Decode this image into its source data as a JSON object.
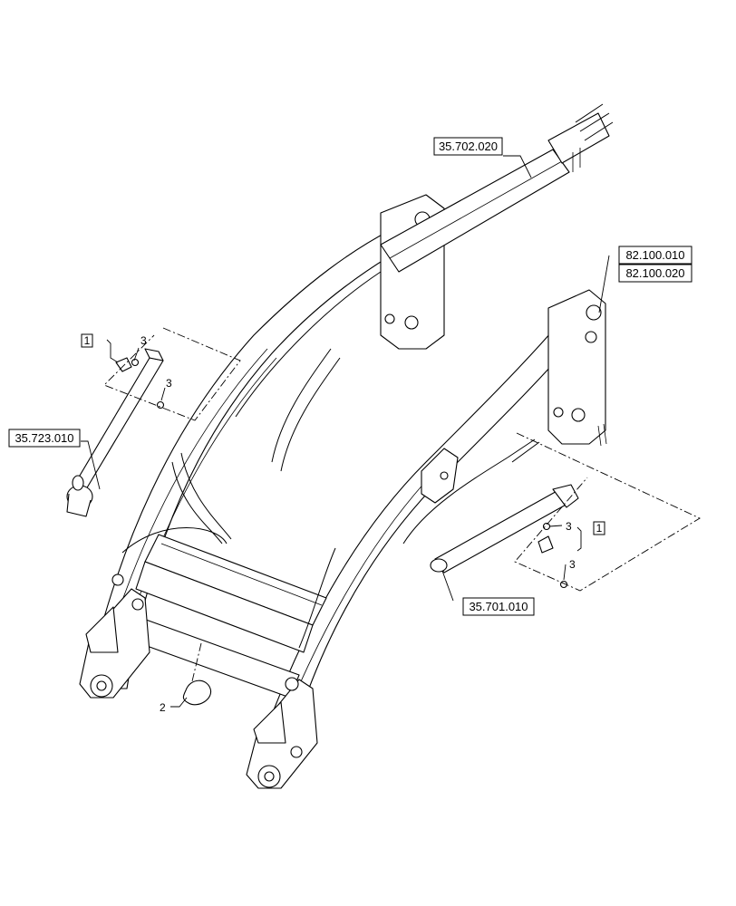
{
  "references": {
    "hose_group": "35.702.020",
    "frame_upper": "82.100.010",
    "frame_lower": "82.100.020",
    "left_cylinder": "35.723.010",
    "right_cylinder": "35.701.010"
  },
  "callouts": {
    "kit_left": "1",
    "kit_right": "1",
    "fitting_left_top": "3",
    "fitting_left_bottom": "3",
    "fitting_right_top": "3",
    "fitting_right_bottom": "3",
    "seal_ring": "2"
  }
}
